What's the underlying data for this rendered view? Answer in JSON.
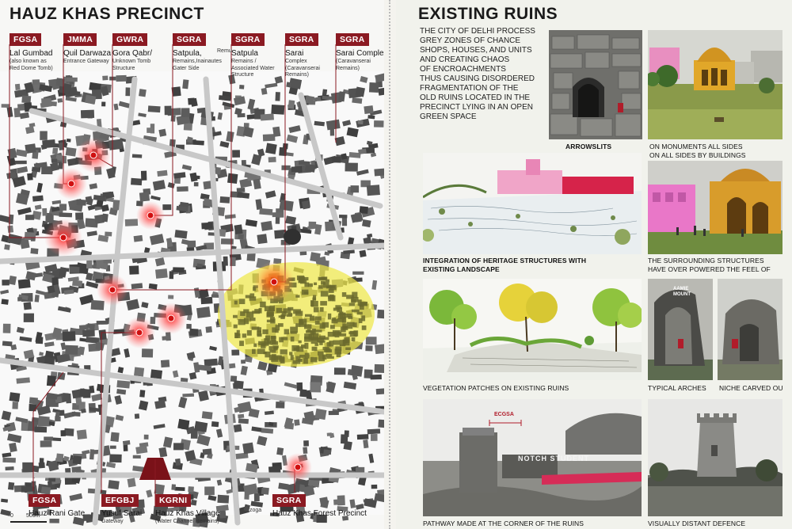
{
  "left_panel": {
    "title": "HAUZ KHAS PRECINCT",
    "top_labels": [
      {
        "code": "FGSA",
        "name": "Lal Gumbad",
        "sub": [
          "(also known as",
          "Red Dome Tomb)"
        ]
      },
      {
        "code": "JMMA",
        "name": "Quil Darwaza",
        "sub": [
          "Entrance Gateway"
        ]
      },
      {
        "code": "GWRA",
        "name": "Gora Qabr/",
        "sub": [
          "Unknown Tomb",
          "Structure"
        ]
      },
      {
        "code": "SGRA",
        "name": "Satpula,",
        "sub": [
          "Remains,Inainautes",
          "Gater Side"
        ]
      },
      {
        "code": "SGRA",
        "name": "Satpula",
        "sub": [
          "Remains /",
          "Associated Water",
          "Structure"
        ]
      },
      {
        "code": "SGRA",
        "name": "Sarai",
        "sub": [
          "Complex",
          "(Caravanserai",
          "Remains)"
        ]
      },
      {
        "code": "SGRA",
        "name": "Sarai Complex",
        "sub": [
          "(Caravanserai",
          "Remains)"
        ]
      }
    ],
    "bottom_labels": [
      {
        "code": "FGSA",
        "name": "Hauz Rani Gate",
        "sub": []
      },
      {
        "code": "EFGBJ",
        "name": "Yusuf Sarai",
        "sub": [
          "Gateway"
        ]
      },
      {
        "code": "KGRNI",
        "name": "Hauz Khas Village",
        "sub": [
          "(Water Channel Remains)"
        ]
      },
      {
        "code": "SGRA",
        "name": "Hauz Khas Forest Precinct",
        "sub": []
      }
    ],
    "extra_text": {
      "rem": "Remu",
      "zoga": "zoga"
    },
    "scale": {
      "zero": "0",
      "value": "500m"
    },
    "colors": {
      "accent": "#8b1a22",
      "highlight": "#ff2a2a",
      "zone": "#f2ec55"
    }
  },
  "right_panel": {
    "title": "EXISTING RUINS",
    "intro_lines": [
      "THE CITY OF DELHI PROCESS",
      "GREY ZONES OF CHANCE",
      "SHOPS, HOUSES, AND UNITS",
      "AND CREATING  CHAOS",
      "OF ENCROACHMENTS",
      "THUS CAUSING DISORDERED",
      "FRAGMENTATION OF THE",
      "OLD RUINS LOCATED IN THE",
      "PRECINCT LYING IN AN OPEN",
      "GREEN SPACE"
    ],
    "captions": {
      "arrowslits": "ARROWSLITS",
      "monuments_1": "ON MONUMENTS ALL SIDES",
      "monuments_2": "ON ALL SIDES BY BUILDINGS",
      "integration_1": "INTEGRATION OF HERITAGE STRUCTURES WITH",
      "integration_2": "EXISTING LANDSCAPE",
      "surrounding_1": "THE SURROUNDING STRUCTURES",
      "surrounding_2": "HAVE OVER POWERED THE FEEL OF",
      "vegetation": "VEGETATION PATCHES ON EXISTING RUINS",
      "arches": "TYPICAL ARCHES",
      "niche": "NICHE CARVED OU",
      "pathway": "PATHWAY MADE AT THE CORNER OF THE RUINS",
      "distant": "VISUALLY DISTANT DEFENCE"
    },
    "sketch_labels": {
      "ecgsa": "ECGSA",
      "sign": "NOTCH STUDENT",
      "small": "AAMIE MOUNT"
    }
  }
}
